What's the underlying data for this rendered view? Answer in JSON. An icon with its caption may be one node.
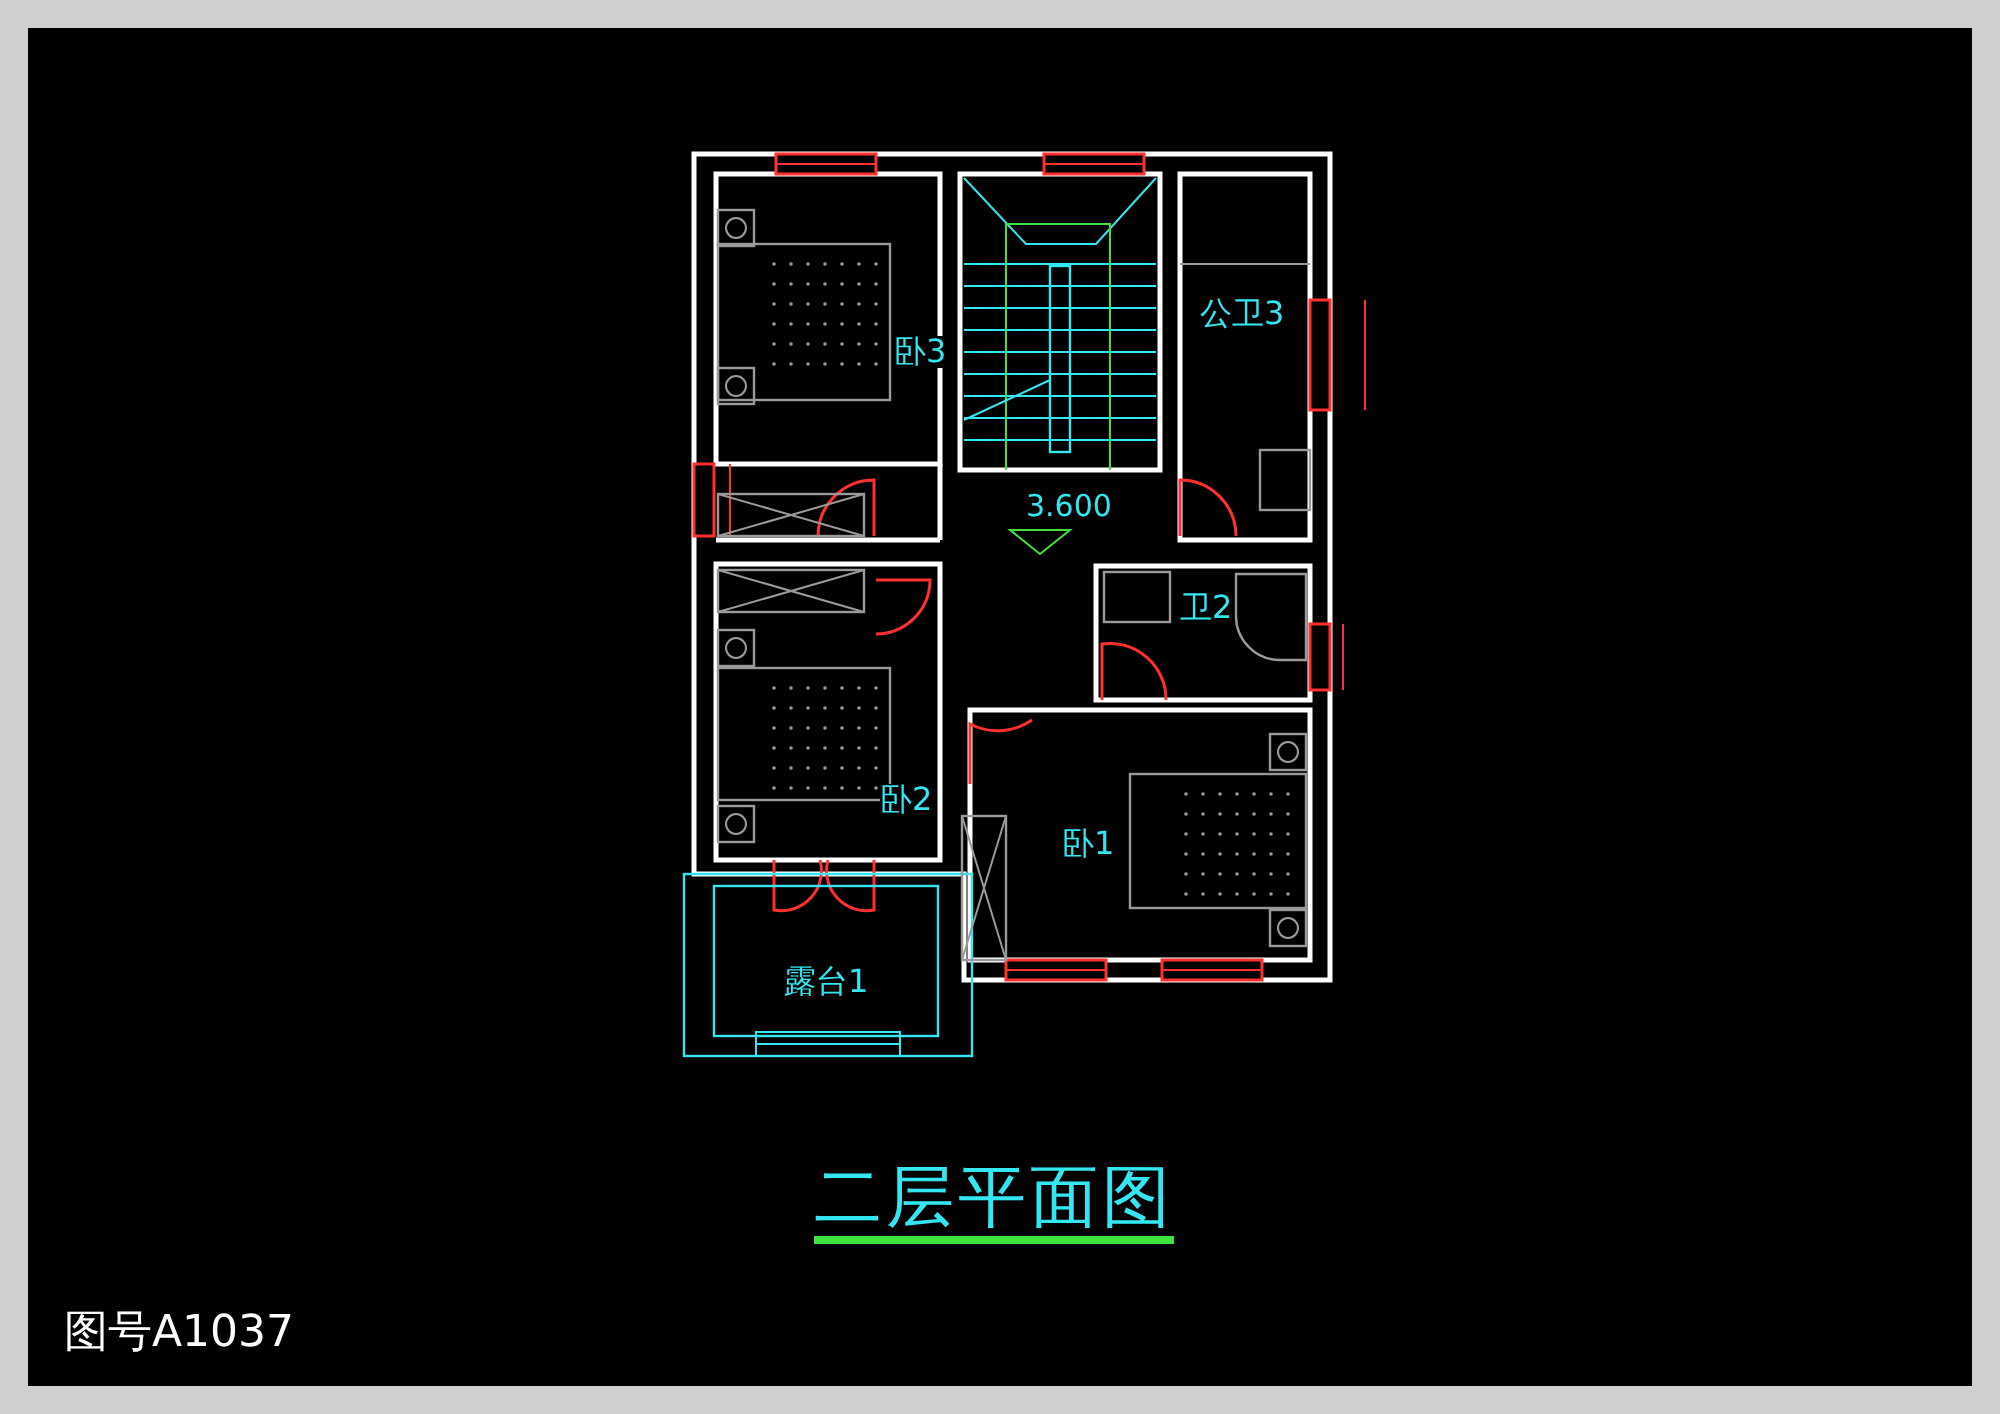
{
  "diagram": {
    "title": "二层平面图",
    "labels": [
      "卧3",
      "公卫3",
      "3.600",
      "卫2",
      "卧2",
      "卧1",
      "露台1",
      "图号A1037"
    ]
  }
}
